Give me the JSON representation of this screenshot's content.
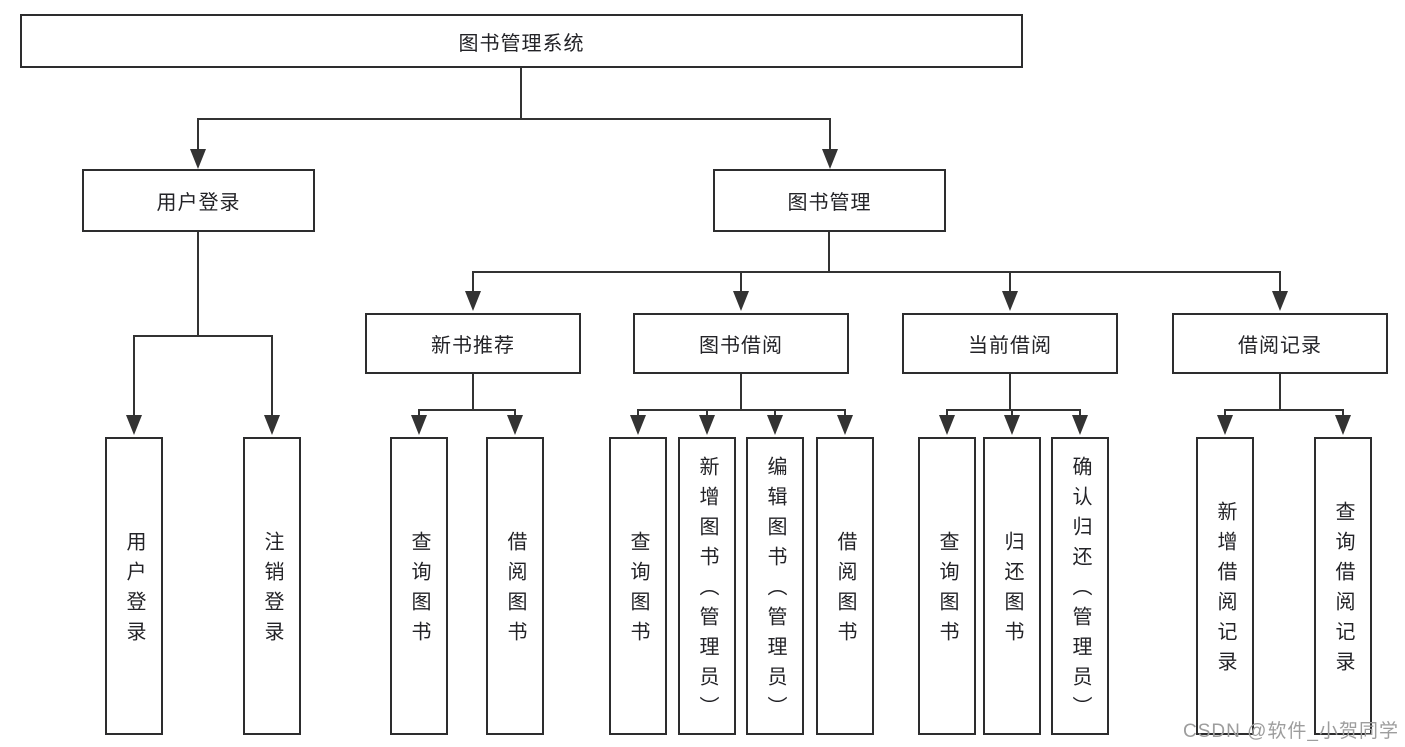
{
  "root": {
    "label": "图书管理系统"
  },
  "level2": [
    {
      "label": "用户登录"
    },
    {
      "label": "图书管理"
    }
  ],
  "level3": [
    {
      "label": "新书推荐"
    },
    {
      "label": "图书借阅"
    },
    {
      "label": "当前借阅"
    },
    {
      "label": "借阅记录"
    }
  ],
  "leaves": {
    "login": [
      {
        "label": "用户登录"
      },
      {
        "label": "注销登录"
      }
    ],
    "recommend": [
      {
        "label": "查询图书"
      },
      {
        "label": "借阅图书"
      }
    ],
    "borrow": [
      {
        "label": "查询图书"
      },
      {
        "label": "新增图书（管理员）"
      },
      {
        "label": "编辑图书（管理员）"
      },
      {
        "label": "借阅图书"
      }
    ],
    "current": [
      {
        "label": "查询图书"
      },
      {
        "label": "归还图书"
      },
      {
        "label": "确认归还（管理员）"
      }
    ],
    "records": [
      {
        "label": "新增借阅记录"
      },
      {
        "label": "查询借阅记录"
      }
    ]
  },
  "watermark": {
    "text": "CSDN @软件_小贺同学",
    "color": "#9d9d9d"
  },
  "colors": {
    "line": "#333333",
    "border": "#2d2d2e",
    "text": "#232327",
    "background": "#ffffff"
  }
}
